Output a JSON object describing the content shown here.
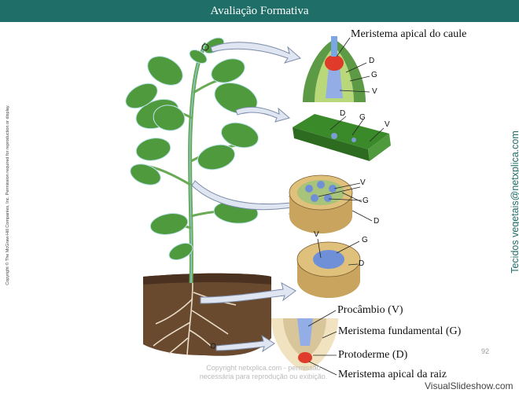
{
  "header": {
    "title": "Avaliação Formativa"
  },
  "side": {
    "copyright": "Copyright © The McGraw-Hill Companies, Inc. Permission required for reproduction or display.",
    "right_vertical": "Tecidos vegetais@netxplica.com"
  },
  "labels": {
    "meristema_caule": "Meristema apical do caule",
    "procambio": "Procâmbio (V)",
    "fundamental": "Meristema fundamental (G)",
    "protoderme": "Protoderme (D)",
    "meristema_raiz": "Meristema apical da raiz",
    "D": "D",
    "G": "G",
    "V": "V"
  },
  "footer": {
    "page_number": "92",
    "watermark_1": "Copyright netxplica.com - permissão",
    "watermark_2": "necessária para reprodução ou exibição.",
    "brand": "VisualSlideshow.com"
  },
  "colors": {
    "header": "#1f6e67",
    "leaf": "#4f9a3c",
    "soil": "#6a4a2e",
    "vascular": "#7c9cd8",
    "meristem": "#e03a2a"
  }
}
